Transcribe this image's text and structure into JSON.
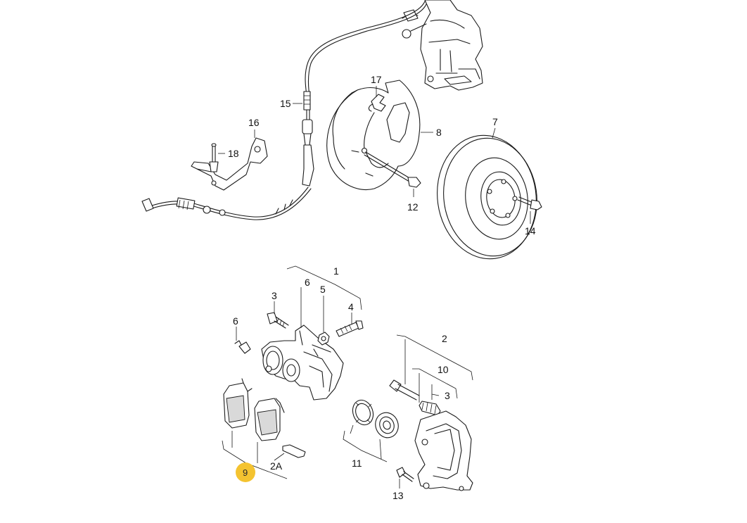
{
  "callouts": {
    "c1": "1",
    "c2": "2",
    "c2a": "2A",
    "c3a": "3",
    "c3b": "3",
    "c4": "4",
    "c5": "5",
    "c6a": "6",
    "c6b": "6",
    "c7": "7",
    "c8": "8",
    "c9": "9",
    "c10": "10",
    "c11": "11",
    "c12": "12",
    "c13": "13",
    "c14": "14",
    "c15": "15",
    "c16": "16",
    "c17": "17",
    "c18": "18"
  },
  "highlight": {
    "callout": "9",
    "color": "#f4c330"
  }
}
